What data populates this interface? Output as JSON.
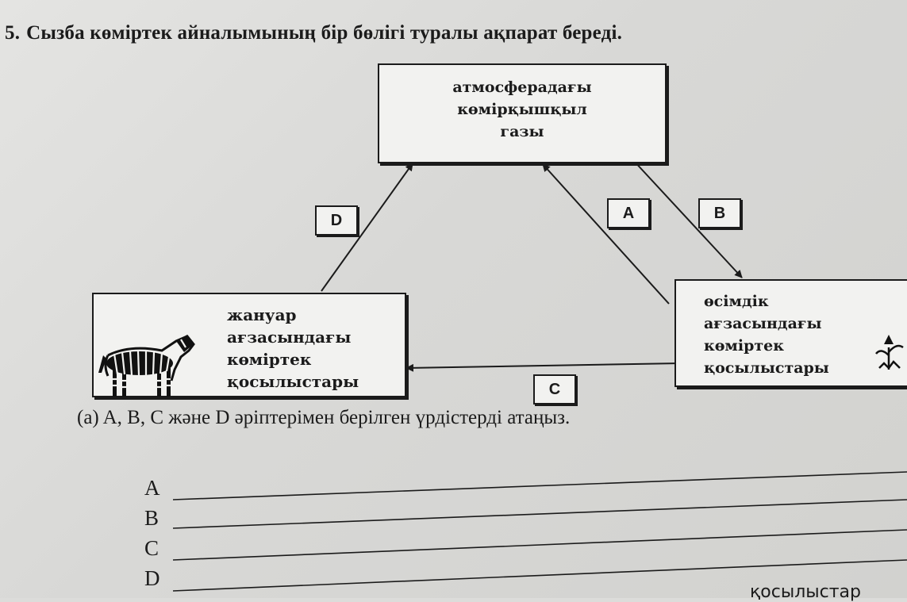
{
  "question": {
    "number": "5.",
    "text": "Сызба көміртек айналымының бір бөлігі туралы ақпарат береді."
  },
  "diagram": {
    "atmosphere_box": {
      "lines": [
        "атмосферадағы",
        "көмірқышқыл",
        "газы"
      ]
    },
    "animal_box": {
      "lines": [
        "жануар",
        "ағзасындағы",
        "көміртек",
        "қосылыстары"
      ]
    },
    "plant_box": {
      "lines": [
        "өсімдік",
        "ағзасындағы",
        "көміртек",
        "қосылыстары"
      ]
    },
    "labels": {
      "a": "A",
      "b": "B",
      "c": "C",
      "d": "D"
    },
    "icons": {
      "animal": "zebra-icon",
      "plant": "plant-icon"
    }
  },
  "subquestion": {
    "text": "(a) A, B, C және D әріптерімен берілген үрдістерді атаңыз."
  },
  "answers": [
    {
      "letter": "A"
    },
    {
      "letter": "B"
    },
    {
      "letter": "C"
    },
    {
      "letter": "D"
    }
  ],
  "footer": {
    "partial_text": "қосылыстар"
  }
}
